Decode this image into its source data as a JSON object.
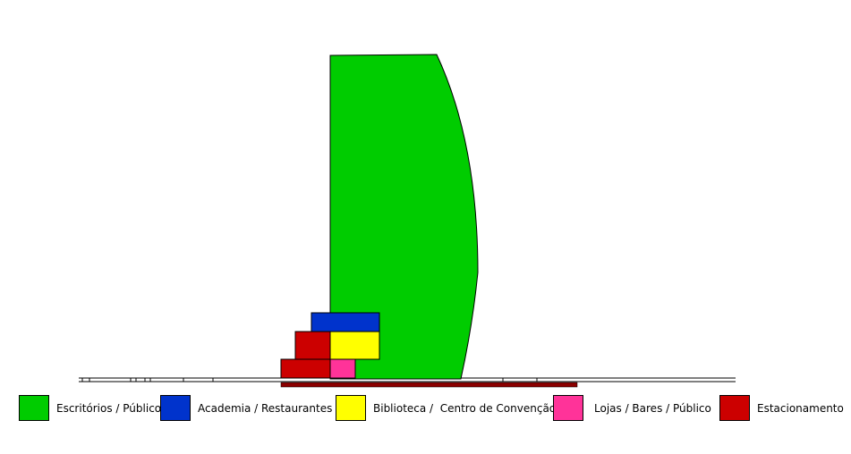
{
  "legend": [
    {
      "label": "Escritórios / Público",
      "color": "#00CC00"
    },
    {
      "label": "Academia / Restaurantes",
      "color": "#0033CC"
    },
    {
      "label": "Biblioteca /  Centro de Convenção",
      "color": "#FFFF00"
    },
    {
      "label": "Lojas / Bares / Público",
      "color": "#FF3399"
    },
    {
      "label": "Estacionamento",
      "color": "#CC0000"
    }
  ],
  "colors": {
    "outline": "#000000",
    "ground": "#8B0000"
  }
}
